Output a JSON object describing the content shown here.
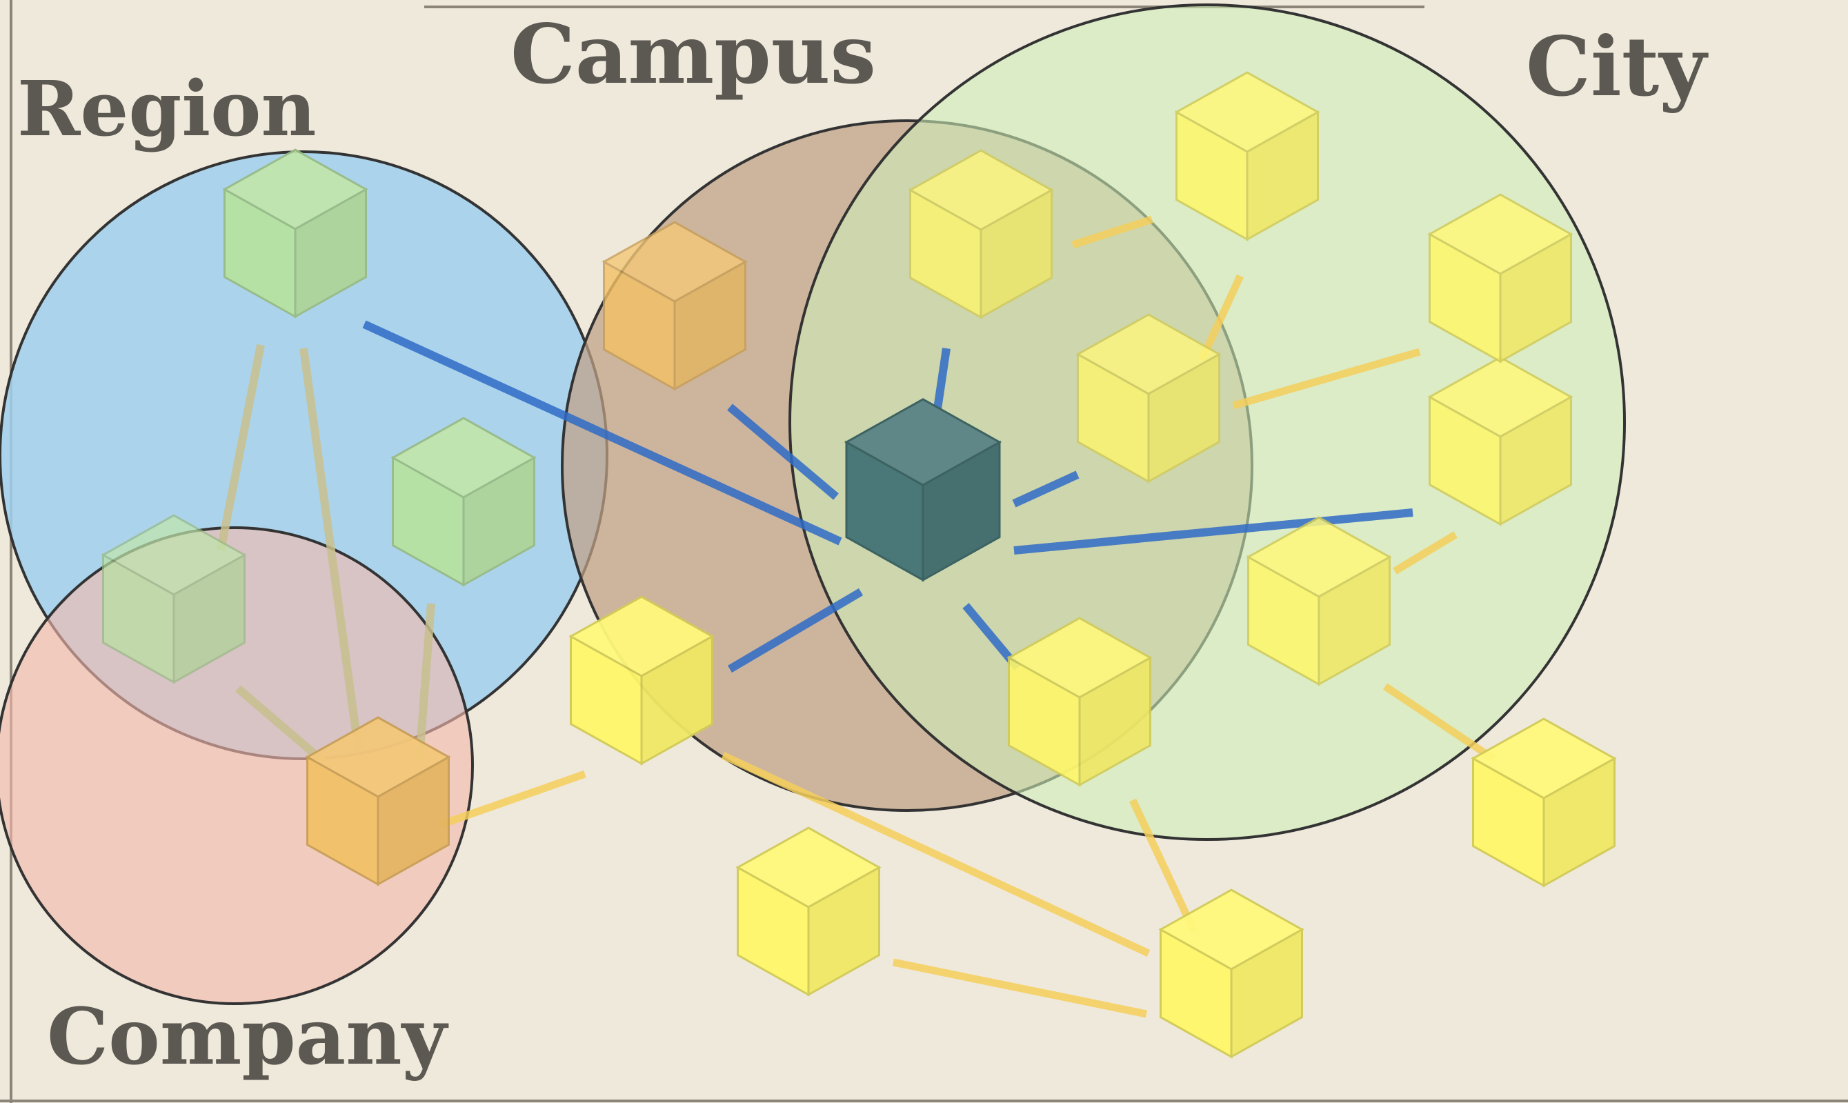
{
  "zones": [
    {
      "id": "region",
      "label": "Region",
      "fill": "#9fd0ee"
    },
    {
      "id": "company",
      "label": "Company",
      "fill": "#f4b8ad"
    },
    {
      "id": "campus",
      "label": "Campus",
      "fill": "#bfa185"
    },
    {
      "id": "city",
      "label": "City",
      "fill": "#cdeeb6"
    }
  ],
  "colors": {
    "background": "#efe9dc",
    "label_text": "#5c5852",
    "hub_cube": "#4a7777",
    "green_cube": "#b8e3a0",
    "orange_cube": "#f3c166",
    "yellow_cube": "#fff76a",
    "yellow_link": "#f5cf5c",
    "blue_link": "#2f6bc7",
    "olive_link": "#c8c08d"
  }
}
